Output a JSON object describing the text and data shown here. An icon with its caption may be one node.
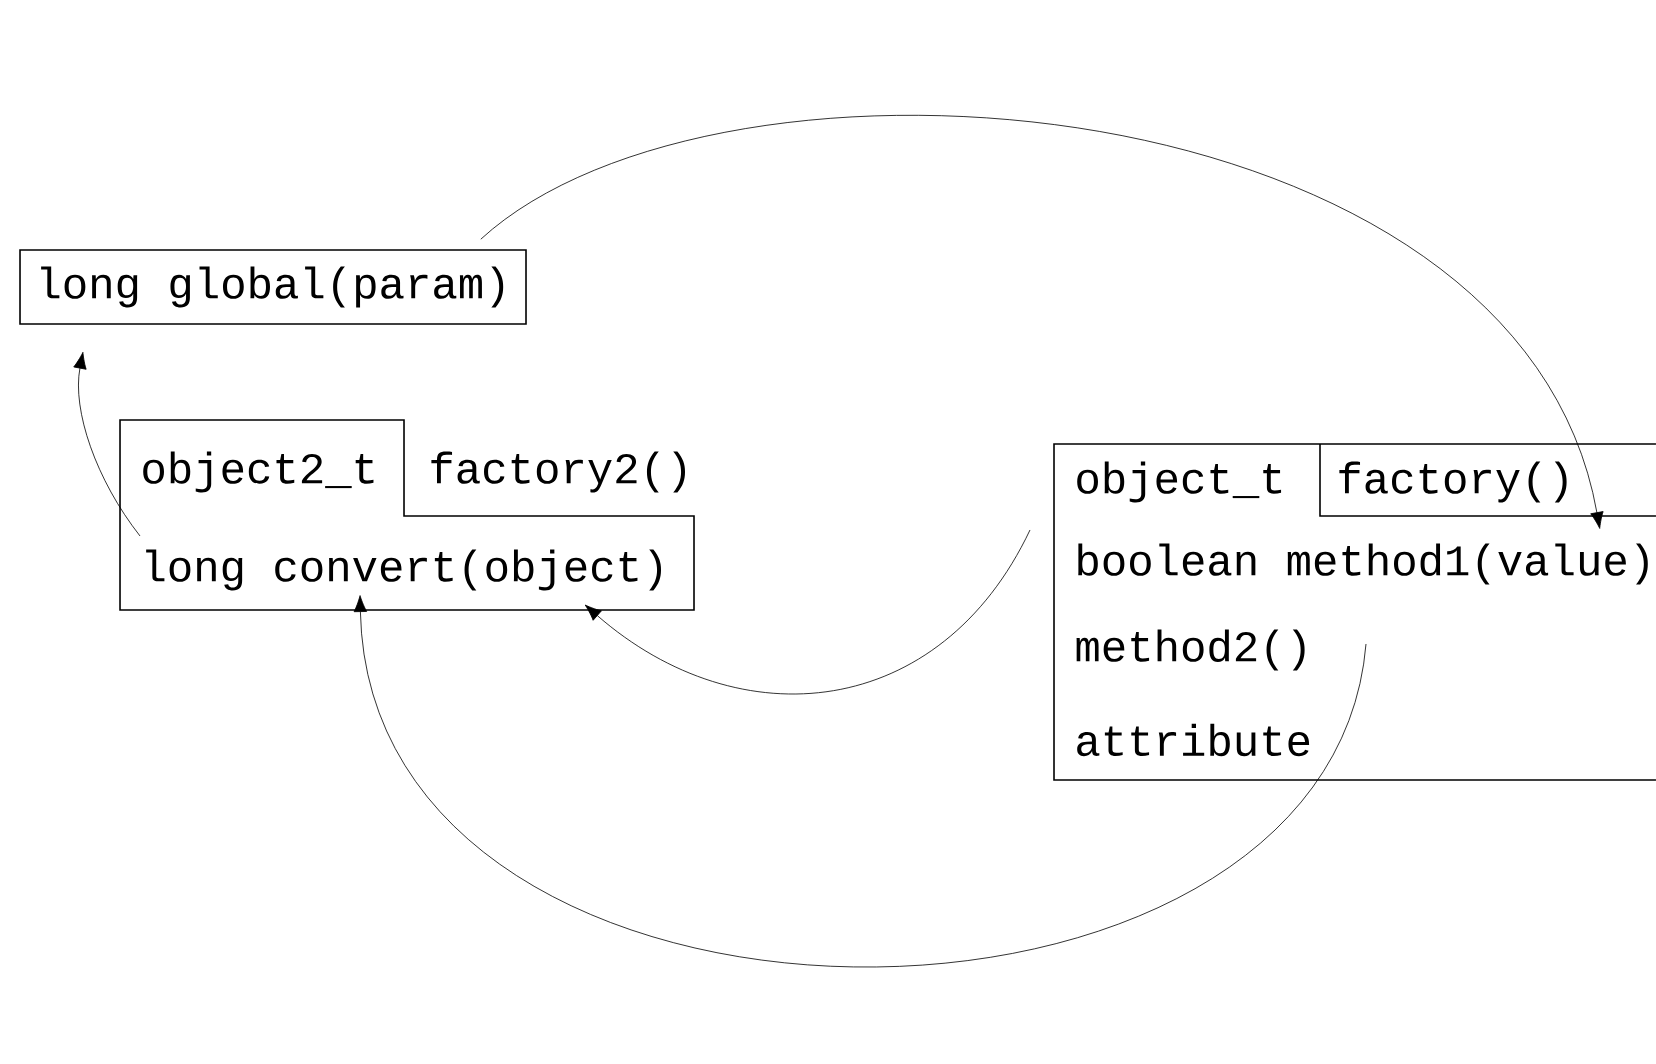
{
  "diagram": {
    "nodes": [
      {
        "text": [
          "long global(param)"
        ]
      },
      {
        "text": [
          "object2_t",
          "factory2()"
        ]
      },
      {
        "text": [
          "long convert(object)"
        ],
        "in": 1
      },
      {
        "text": [
          "object_t",
          "factory()"
        ]
      },
      {
        "text": [
          "boolean method1(value)"
        ],
        "in": 3
      },
      {
        "text": [
          "method2()"
        ],
        "in": 3
      },
      {
        "text": [
          "attribute"
        ],
        "in": 3
      }
    ],
    "edges": [
      {
        "from": 2,
        "to": 0,
        "arrow": "to"
      },
      {
        "from": 0,
        "to": 4,
        "arrow": "to"
      },
      {
        "from": 3,
        "to": 2,
        "arrow": "to"
      },
      {
        "from": 4,
        "to": 2,
        "arrow": "to"
      }
    ]
  }
}
